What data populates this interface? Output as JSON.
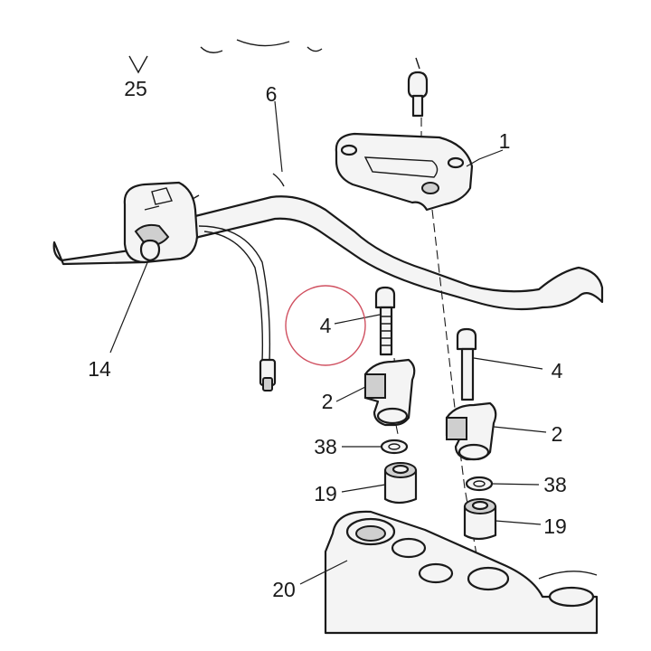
{
  "callouts": {
    "c25": "25",
    "c6": "6",
    "c1": "1",
    "c14": "14",
    "c4_left": "4",
    "c4_right": "4",
    "c2_left": "2",
    "c2_right": "2",
    "c38_left": "38",
    "c38_right": "38",
    "c19_left": "19",
    "c19_right": "19",
    "c20": "20"
  },
  "colors": {
    "line": "#1a1a1a",
    "highlight_circle": "#d05060"
  }
}
